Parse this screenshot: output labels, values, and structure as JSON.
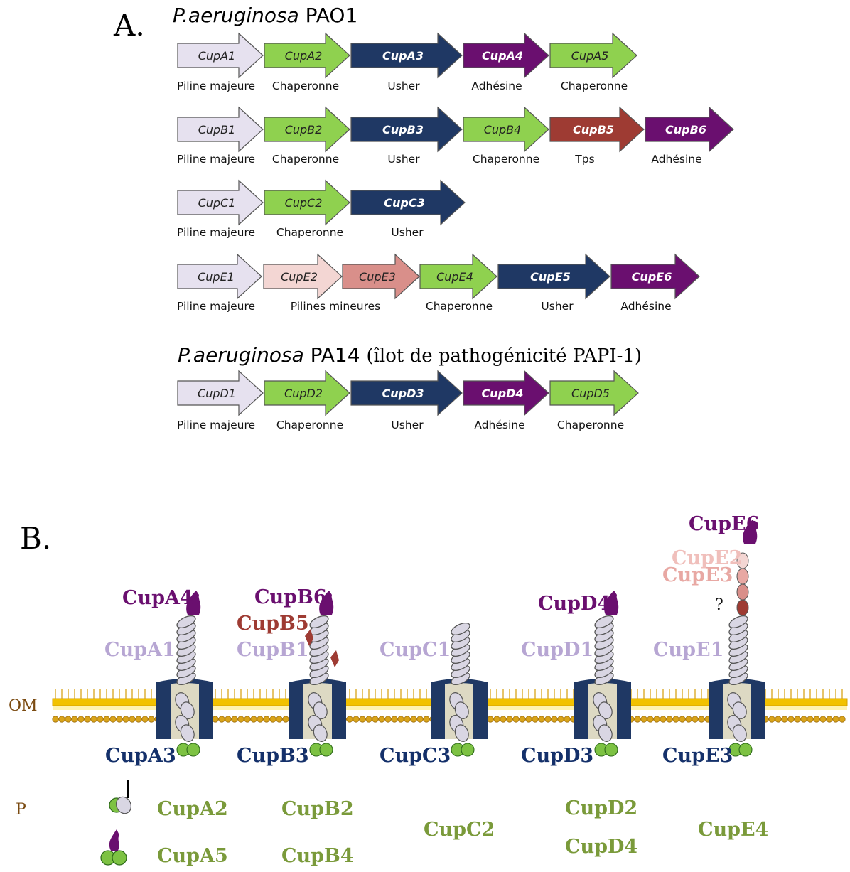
{
  "colors": {
    "major_pilin": "#e6e1ef",
    "chaperone": "#8fd14f",
    "usher": "#1f3864",
    "adhesin": "#6a0f6f",
    "tps": "#9e3b33",
    "minor_pilin_light": "#f3d6d3",
    "minor_pilin_dark": "#d98f8a",
    "membrane": "#f2c200",
    "membrane_dark": "#d4a000",
    "usher_barrel_inner": "#ddd9c3",
    "subunit_fill": "#d9d6e3",
    "b_label_major": "#b7a6d3",
    "b_label_usher": "#14306a",
    "b_label_adhesin": "#6a0f6f",
    "b_label_chaperone": "#7a9a3a",
    "b_label_tps": "#9e3b33",
    "b_label_minor": "#e8a8a3",
    "om_label": "#7a4a10"
  },
  "panel_a": {
    "letter": "A.",
    "title_pao1_species": "P.aeruginosa",
    "title_pao1_strain": "PAO1",
    "title_pa14_species": "P.aeruginosa",
    "title_pa14_strain": "PA14",
    "title_pa14_note": "(îlot de pathogénicité PAPI-1)",
    "clusters": [
      {
        "genes": [
          {
            "name": "CupA1",
            "type": "major_pilin"
          },
          {
            "name": "CupA2",
            "type": "chaperone"
          },
          {
            "name": "CupA3",
            "type": "usher"
          },
          {
            "name": "CupA4",
            "type": "adhesin"
          },
          {
            "name": "CupA5",
            "type": "chaperone"
          }
        ],
        "roles": [
          "Piline majeure",
          "Chaperonne",
          "Usher",
          "Adhésine",
          "Chaperonne"
        ]
      },
      {
        "genes": [
          {
            "name": "CupB1",
            "type": "major_pilin"
          },
          {
            "name": "CupB2",
            "type": "chaperone"
          },
          {
            "name": "CupB3",
            "type": "usher"
          },
          {
            "name": "CupB4",
            "type": "chaperone"
          },
          {
            "name": "CupB5",
            "type": "tps"
          },
          {
            "name": "CupB6",
            "type": "adhesin"
          }
        ],
        "roles": [
          "Piline majeure",
          "Chaperonne",
          "Usher",
          "Chaperonne",
          "Tps",
          "Adhésine"
        ]
      },
      {
        "genes": [
          {
            "name": "CupC1",
            "type": "major_pilin"
          },
          {
            "name": "CupC2",
            "type": "chaperone"
          },
          {
            "name": "CupC3",
            "type": "usher"
          }
        ],
        "roles": [
          "Piline majeure",
          "Chaperonne",
          "Usher"
        ]
      },
      {
        "genes": [
          {
            "name": "CupE1",
            "type": "major_pilin"
          },
          {
            "name": "CupE2",
            "type": "minor_pilin_light"
          },
          {
            "name": "CupE3",
            "type": "minor_pilin_dark"
          },
          {
            "name": "CupE4",
            "type": "chaperone"
          },
          {
            "name": "CupE5",
            "type": "usher"
          },
          {
            "name": "CupE6",
            "type": "adhesin"
          }
        ],
        "roles": [
          "Piline majeure",
          "Pilines mineures",
          "Chaperonne",
          "Usher",
          "Adhésine"
        ]
      },
      {
        "genes": [
          {
            "name": "CupD1",
            "type": "major_pilin"
          },
          {
            "name": "CupD2",
            "type": "chaperone"
          },
          {
            "name": "CupD3",
            "type": "usher"
          },
          {
            "name": "CupD4",
            "type": "adhesin"
          },
          {
            "name": "CupD5",
            "type": "chaperone"
          }
        ],
        "roles": [
          "Piline majeure",
          "Chaperonne",
          "Usher",
          "Adhésine",
          "Chaperonne"
        ]
      }
    ]
  },
  "panel_b": {
    "letter": "B.",
    "om_label": "OM",
    "p_label": "P",
    "question_mark": "?",
    "systems": [
      {
        "major": "CupA1",
        "usher": "CupA3",
        "adhesin": "CupA4",
        "extra": "",
        "extra2": ""
      },
      {
        "major": "CupB1",
        "usher": "CupB3",
        "adhesin": "CupB6",
        "extra": "CupB5",
        "extra2": ""
      },
      {
        "major": "CupC1",
        "usher": "CupC3",
        "adhesin": "",
        "extra": "",
        "extra2": ""
      },
      {
        "major": "CupD1",
        "usher": "CupD3",
        "adhesin": "CupD4",
        "extra": "",
        "extra2": ""
      },
      {
        "major": "CupE1",
        "usher": "CupE3",
        "adhesin": "CupE6",
        "extra": "CupE2",
        "extra2": "CupE3"
      }
    ],
    "chaperones": [
      "CupA2",
      "CupA5",
      "CupB2",
      "CupB4",
      "CupC2",
      "CupD2",
      "CupD4",
      "CupE4"
    ]
  }
}
